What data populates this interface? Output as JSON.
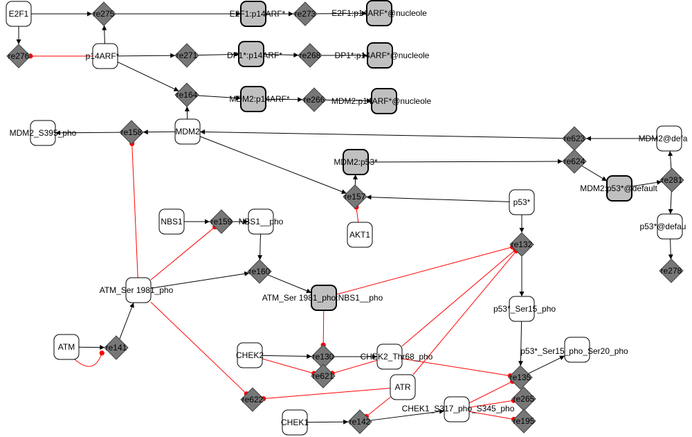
{
  "diagram": {
    "type": "biochemical-reaction-network",
    "colors": {
      "species_fill": "#ffffff",
      "complex_fill": "#c0c0c0",
      "reaction_fill": "#777777",
      "conversion_edge": "#000000",
      "modifier_edge": "#ff0000"
    },
    "species": [
      {
        "id": "E2F1",
        "label": "E2F1",
        "kind": "species"
      },
      {
        "id": "p14ARF",
        "label": "p14ARF*",
        "kind": "species"
      },
      {
        "id": "MDM2",
        "label": "MDM2",
        "kind": "species"
      },
      {
        "id": "MDM2_S395",
        "label": "MDM2_S395_pho",
        "kind": "species"
      },
      {
        "id": "E2F1_p14",
        "label": "E2F1:p14ARF*",
        "kind": "complex"
      },
      {
        "id": "E2F1_p14_nuc",
        "label": "E2F1:p14ARF*@nucleole",
        "kind": "complex"
      },
      {
        "id": "DP1_p14",
        "label": "DP1*:p14ARF*",
        "kind": "complex"
      },
      {
        "id": "DP1_p14_nuc",
        "label": "DP1*:p14ARF*@nucleole",
        "kind": "complex"
      },
      {
        "id": "MDM2_p14",
        "label": "MDM2:p14ARF*",
        "kind": "complex"
      },
      {
        "id": "MDM2_p14_nuc",
        "label": "MDM2:p14ARF*@nucleole",
        "kind": "complex"
      },
      {
        "id": "MDM2_p53",
        "label": "MDM2:p53*",
        "kind": "complex"
      },
      {
        "id": "MDM2_p53_def",
        "label": "MDM2:p53*@default",
        "kind": "complex"
      },
      {
        "id": "MDM2_def",
        "label": "MDM2@defa",
        "kind": "species"
      },
      {
        "id": "p53_def",
        "label": "p53*@defau",
        "kind": "species"
      },
      {
        "id": "p53",
        "label": "p53*",
        "kind": "species"
      },
      {
        "id": "AKT1",
        "label": "AKT1",
        "kind": "species"
      },
      {
        "id": "NBS1",
        "label": "NBS1",
        "kind": "species"
      },
      {
        "id": "NBS1_pho",
        "label": "NBS1__pho",
        "kind": "species"
      },
      {
        "id": "ATM_S1981",
        "label": "ATM_Ser 1981_pho",
        "kind": "species"
      },
      {
        "id": "ATM_NBS1",
        "label": "ATM_Ser 1981_pho:NBS1__pho",
        "kind": "complex"
      },
      {
        "id": "ATM",
        "label": "ATM",
        "kind": "species"
      },
      {
        "id": "p53_S15",
        "label": "p53*_Ser15_pho",
        "kind": "species"
      },
      {
        "id": "p53_S15_S20",
        "label": "p53*_Ser15_pho_Ser20_pho",
        "kind": "species"
      },
      {
        "id": "CHEK2",
        "label": "CHEK2",
        "kind": "species"
      },
      {
        "id": "CHEK2_T68",
        "label": "CHEK2_Thr68_pho",
        "kind": "species"
      },
      {
        "id": "ATR",
        "label": "ATR",
        "kind": "species"
      },
      {
        "id": "CHEK1",
        "label": "CHEK1",
        "kind": "species"
      },
      {
        "id": "CHEK1_pho",
        "label": "CHEK1_S317_pho_S345_pho",
        "kind": "species"
      }
    ],
    "reactions": [
      {
        "id": "re275",
        "label": "re275"
      },
      {
        "id": "re276",
        "label": "re276"
      },
      {
        "id": "re271",
        "label": "re271"
      },
      {
        "id": "re273",
        "label": "re273"
      },
      {
        "id": "re268",
        "label": "re268"
      },
      {
        "id": "re164",
        "label": "re164"
      },
      {
        "id": "re266",
        "label": "re266"
      },
      {
        "id": "re158",
        "label": "re158"
      },
      {
        "id": "re623",
        "label": "re623"
      },
      {
        "id": "re624",
        "label": "re624"
      },
      {
        "id": "re281",
        "label": "re281"
      },
      {
        "id": "re278",
        "label": "re278"
      },
      {
        "id": "re157",
        "label": "re157"
      },
      {
        "id": "re159",
        "label": "re159"
      },
      {
        "id": "re160",
        "label": "re160"
      },
      {
        "id": "re132",
        "label": "re132"
      },
      {
        "id": "re141",
        "label": "re141"
      },
      {
        "id": "re130",
        "label": "re130"
      },
      {
        "id": "re621",
        "label": "re621"
      },
      {
        "id": "re622",
        "label": "re622"
      },
      {
        "id": "re135",
        "label": "re135"
      },
      {
        "id": "re265",
        "label": "re265"
      },
      {
        "id": "re195",
        "label": "re195"
      },
      {
        "id": "re142",
        "label": "re142"
      }
    ],
    "edges": [
      {
        "from": "E2F1",
        "to": "re275",
        "type": "conversion"
      },
      {
        "from": "E2F1",
        "to": "re276",
        "type": "conversion"
      },
      {
        "from": "p14ARF",
        "to": "re275",
        "type": "conversion"
      },
      {
        "from": "p14ARF",
        "to": "re276",
        "type": "modifier"
      },
      {
        "from": "re275",
        "to": "E2F1_p14",
        "type": "conversion"
      },
      {
        "from": "E2F1_p14",
        "to": "re273",
        "type": "conversion"
      },
      {
        "from": "re273",
        "to": "E2F1_p14_nuc",
        "type": "conversion"
      },
      {
        "from": "p14ARF",
        "to": "re271",
        "type": "conversion"
      },
      {
        "from": "re271",
        "to": "DP1_p14",
        "type": "conversion"
      },
      {
        "from": "DP1_p14",
        "to": "re268",
        "type": "conversion"
      },
      {
        "from": "re268",
        "to": "DP1_p14_nuc",
        "type": "conversion"
      },
      {
        "from": "p14ARF",
        "to": "re164",
        "type": "conversion"
      },
      {
        "from": "MDM2",
        "to": "re164",
        "type": "conversion"
      },
      {
        "from": "re164",
        "to": "MDM2_p14",
        "type": "conversion"
      },
      {
        "from": "MDM2_p14",
        "to": "re266",
        "type": "conversion"
      },
      {
        "from": "re266",
        "to": "MDM2_p14_nuc",
        "type": "conversion"
      },
      {
        "from": "MDM2",
        "to": "re158",
        "type": "conversion"
      },
      {
        "from": "re158",
        "to": "MDM2_S395",
        "type": "conversion"
      },
      {
        "from": "ATM_S1981",
        "to": "re158",
        "type": "modifier"
      },
      {
        "from": "re623",
        "to": "MDM2",
        "type": "conversion"
      },
      {
        "from": "MDM2_def",
        "to": "re623",
        "type": "conversion"
      },
      {
        "from": "MDM2_p53",
        "to": "re624",
        "type": "conversion"
      },
      {
        "from": "re624",
        "to": "MDM2_p53_def",
        "type": "conversion"
      },
      {
        "from": "MDM2_p53_def",
        "to": "re281",
        "type": "conversion"
      },
      {
        "from": "re281",
        "to": "MDM2_def",
        "type": "conversion"
      },
      {
        "from": "re281",
        "to": "p53_def",
        "type": "conversion"
      },
      {
        "from": "p53_def",
        "to": "re278",
        "type": "conversion"
      },
      {
        "from": "MDM2",
        "to": "re157",
        "type": "conversion"
      },
      {
        "from": "p53",
        "to": "re157",
        "type": "conversion"
      },
      {
        "from": "re157",
        "to": "MDM2_p53",
        "type": "conversion"
      },
      {
        "from": "AKT1",
        "to": "re157",
        "type": "modifier"
      },
      {
        "from": "NBS1",
        "to": "re159",
        "type": "conversion"
      },
      {
        "from": "re159",
        "to": "NBS1_pho",
        "type": "conversion"
      },
      {
        "from": "ATM_S1981",
        "to": "re159",
        "type": "modifier"
      },
      {
        "from": "NBS1_pho",
        "to": "re160",
        "type": "conversion"
      },
      {
        "from": "ATM_S1981",
        "to": "re160",
        "type": "conversion"
      },
      {
        "from": "re160",
        "to": "ATM_NBS1",
        "type": "conversion"
      },
      {
        "from": "ATM",
        "to": "re141",
        "type": "conversion"
      },
      {
        "from": "ATM",
        "to": "re141",
        "type": "modifier"
      },
      {
        "from": "re141",
        "to": "ATM_S1981",
        "type": "conversion"
      },
      {
        "from": "p53",
        "to": "re132",
        "type": "conversion"
      },
      {
        "from": "re132",
        "to": "p53_S15",
        "type": "conversion"
      },
      {
        "from": "ATM_NBS1",
        "to": "re132",
        "type": "modifier"
      },
      {
        "from": "CHEK2_T68",
        "to": "re132",
        "type": "modifier"
      },
      {
        "from": "ATR",
        "to": "re132",
        "type": "modifier"
      },
      {
        "from": "p53_S15",
        "to": "re135",
        "type": "conversion"
      },
      {
        "from": "re135",
        "to": "p53_S15_S20",
        "type": "conversion"
      },
      {
        "from": "CHEK2_T68",
        "to": "re135",
        "type": "modifier"
      },
      {
        "from": "CHEK1_pho",
        "to": "re135",
        "type": "modifier"
      },
      {
        "from": "CHEK1_pho",
        "to": "re265",
        "type": "modifier"
      },
      {
        "from": "CHEK1_pho",
        "to": "re195",
        "type": "modifier"
      },
      {
        "from": "CHEK2",
        "to": "re130",
        "type": "conversion"
      },
      {
        "from": "re130",
        "to": "CHEK2_T68",
        "type": "conversion"
      },
      {
        "from": "ATM_NBS1",
        "to": "re130",
        "type": "modifier"
      },
      {
        "from": "CHEK2",
        "to": "re621",
        "type": "modifier"
      },
      {
        "from": "CHEK2_T68",
        "to": "re621",
        "type": "modifier"
      },
      {
        "from": "ATM_S1981",
        "to": "re622",
        "type": "modifier"
      },
      {
        "from": "ATR",
        "to": "re622",
        "type": "modifier"
      },
      {
        "from": "CHEK1",
        "to": "re142",
        "type": "conversion"
      },
      {
        "from": "re142",
        "to": "CHEK1_pho",
        "type": "conversion"
      },
      {
        "from": "ATR",
        "to": "re142",
        "type": "modifier"
      }
    ]
  }
}
